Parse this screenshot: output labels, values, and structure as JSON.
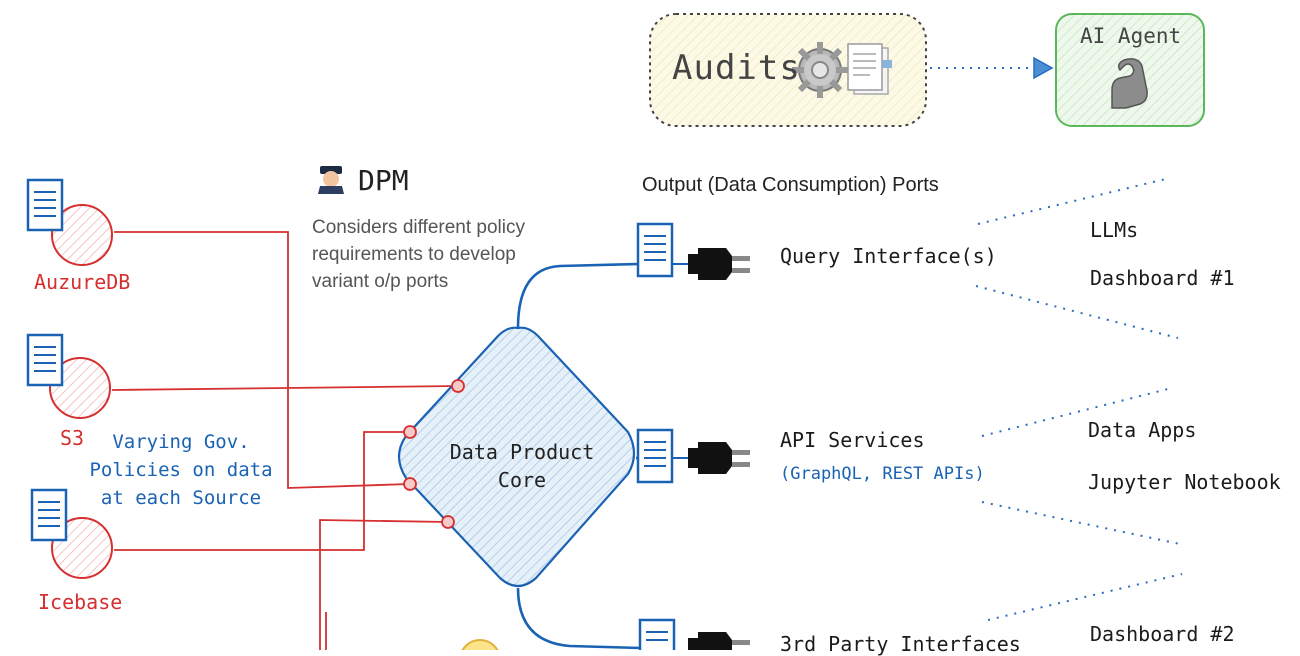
{
  "colors": {
    "source_red": "#d62f2f",
    "pipe_blue": "#1a62b4",
    "core_fill": "#dceaf6",
    "audit_fill": "#fbf8e4",
    "agent_fill": "#e4f4e0",
    "agent_border": "#5bb85a",
    "dotted_blue": "#2a6bbf"
  },
  "icons": [
    "document-icon",
    "database-icon",
    "plug-icon",
    "gear-icon",
    "files-icon",
    "arm-icon",
    "pilot-emoji-icon",
    "arrow-head-icon",
    "lightbulb-icon"
  ],
  "audit": {
    "label": "Audits"
  },
  "agent": {
    "label": "AI Agent"
  },
  "dpm": {
    "title": "DPM",
    "description": "Considers different policy requirements to develop variant o/p ports"
  },
  "output_title": "Output (Data Consumption) Ports",
  "core": {
    "line1": "Data Product",
    "line2": "Core"
  },
  "sources": [
    {
      "label": "AuzureDB"
    },
    {
      "label": "S3"
    },
    {
      "label": "Icebase"
    }
  ],
  "gov_note": "Varying Gov. Policies on data at each Source",
  "ports": [
    {
      "label": "Query Interface(s)",
      "sublabel": ""
    },
    {
      "label": "API Services",
      "sublabel": "(GraphQL, REST APIs)"
    },
    {
      "label": "3rd Party Interfaces",
      "sublabel": ""
    }
  ],
  "consumers": [
    "LLMs",
    "Dashboard #1",
    "Data Apps",
    "Jupyter Notebook",
    "Dashboard #2"
  ]
}
